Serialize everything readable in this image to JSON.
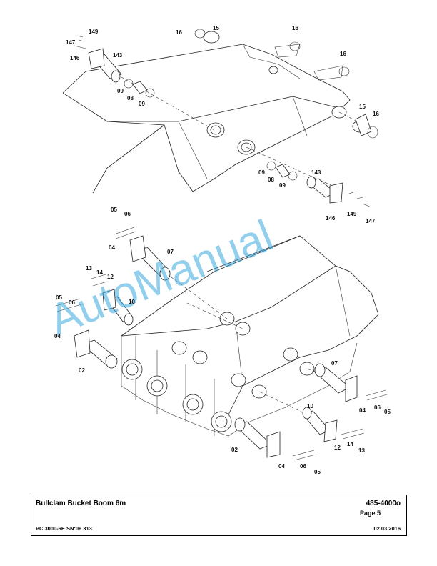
{
  "title_block": {
    "title": "Bullclam Bucket Boom 6m",
    "doc_number": "485-4000o",
    "page": "Page 5",
    "model": "PC 3000-6E SN:06 313",
    "date": "02.03.2016"
  },
  "watermark": "AutoManual",
  "callouts": {
    "c16a": "16",
    "c15a": "15",
    "c16b": "16",
    "c16c": "16",
    "c149a": "149",
    "c147a": "147",
    "c146a": "146",
    "c143a": "143",
    "c09a": "09",
    "c08a": "08",
    "c09b": "09",
    "c15b": "15",
    "c16d": "16",
    "c09c": "09",
    "c08b": "08",
    "c09d": "09",
    "c143b": "143",
    "c146b": "146",
    "c149b": "149",
    "c147b": "147",
    "c05a": "05",
    "c06a": "06",
    "c04a": "04",
    "c07a": "07",
    "c13a": "13",
    "c14a": "14",
    "c12a": "12",
    "c10a": "10",
    "c05b": "05",
    "c06b": "06",
    "c04b": "04",
    "c02a": "02",
    "c07b": "07",
    "c04c": "04",
    "c06c": "06",
    "c05c": "05",
    "c10b": "10",
    "c12b": "12",
    "c14b": "14",
    "c13b": "13",
    "c02b": "02",
    "c04d": "04",
    "c06d": "06",
    "c05d": "05"
  }
}
